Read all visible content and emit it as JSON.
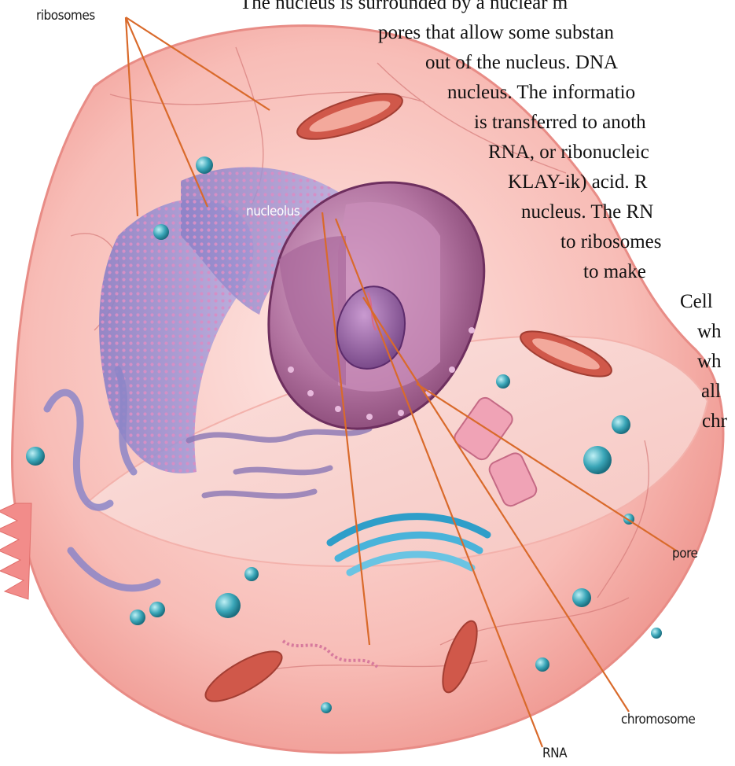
{
  "paragraph_lines": [
    "The nucleus is surrounded by a nuclear m",
    "pores that allow some substan",
    "out of the nucleus.  DNA",
    "nucleus.  The informatio",
    "is transferred to anoth",
    "RNA, or ribonucleic",
    "KLAY-ik) acid.  R",
    "nucleus.  The RN",
    "to ribosomes",
    "to make",
    "Cell",
    "wh",
    "wh",
    "all",
    "chr"
  ],
  "labels": {
    "ribosomes": "ribosomes",
    "nucleolus": "nucleolus",
    "pore": "pore",
    "chromosome": "chromosome",
    "rna": "RNA"
  },
  "colors": {
    "leader_line": "#d96a2b",
    "cell_membrane": "#f4a9a4",
    "cytoplasm": "#fbd3cf",
    "nucleus": "#a05c90",
    "er": "#9c8ccc",
    "golgi": "#2f9ec9",
    "mitochondria": "#d0584a"
  }
}
